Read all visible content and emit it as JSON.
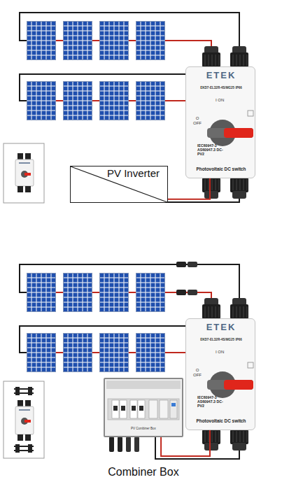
{
  "diagram": {
    "nodes": [
      {
        "text": [
          "ETEK",
          "EKD7-EL32R-4S/MG25 IP66",
          "I ON",
          "O OFF",
          "IEC60947-3 AS60947.3 DC-PV2",
          "Photovoltaic DC switch"
        ]
      },
      {
        "text": [
          "PV Inverter"
        ]
      },
      {
        "text": [
          "ETEK",
          "EKD7-EL32R-4S/MG25 IP66",
          "I ON",
          "O OFF",
          "IEC60947-3 AS60947.3 DC-PV2",
          "Photovoltaic DC switch"
        ]
      },
      {
        "text": [
          "PV Combiner Box",
          "Combiner Box"
        ]
      }
    ],
    "edges": [
      {
        "from": 0,
        "to": 1,
        "arrow": "none"
      },
      {
        "from": 2,
        "to": 3,
        "arrow": "none"
      }
    ]
  }
}
